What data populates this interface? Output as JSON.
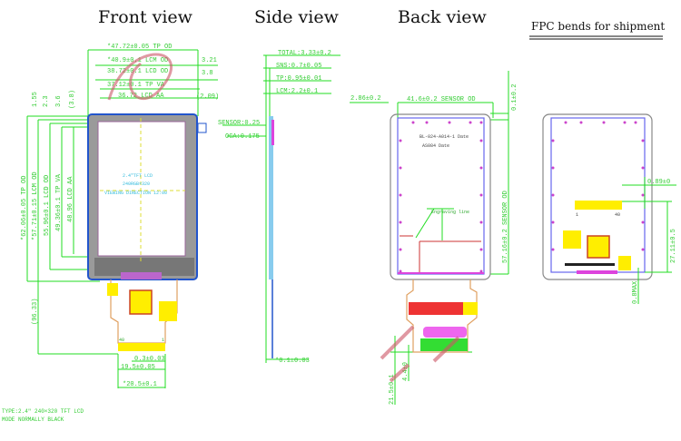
{
  "titles": {
    "front": "Front view",
    "side": "Side view",
    "back": "Back view",
    "fpc": "FPC bends for shipment"
  },
  "front": {
    "top_dims": [
      "*47.72±0.05 TP OD",
      "*40.9±0.1 LCM OD",
      "38.72±0.1 LCD OD",
      "37.12±0.1 TP VA",
      "36.72 LCD AA"
    ],
    "right_dims": [
      "3.21",
      "3.8",
      "(2.09)"
    ],
    "left_small": [
      "1.55",
      "2.3",
      "3.6",
      "(3.8)"
    ],
    "left_dims": [
      "*62.06±0.05 TP OD",
      "*57.71±0.15 LCM OD",
      "55.96±0.1 LCD OD",
      "49.36±0.1 TP VA",
      "48.96 LCD AA"
    ],
    "overall": "(96.33)",
    "center_text": [
      "2.4\"TFT LCD",
      "240RGB×320",
      "VIEWING DIRECTION 12:00"
    ],
    "bottom_dims": [
      "0.3±0.03",
      "19.5±0.05",
      "*20.5±0.1"
    ],
    "pin_labels": [
      "40",
      "1"
    ],
    "notes": [
      "TYPE:2.4\" 240×320 TFT LCD",
      "MODE NORMALLY BLACK"
    ]
  },
  "side": {
    "dims": [
      "TOTAL:3.33±0.2",
      "SNS:0.7±0.05",
      "TP:0.95±0.01",
      "LCM:2.2±0.1"
    ],
    "layers": [
      "SENSOR:0.25",
      "OCA:0.175"
    ],
    "bottom": "*0.1±0.03"
  },
  "back": {
    "dims": [
      "2.86±0.2",
      "41.6±0.2 SENSOR OD",
      "0.1±0.2",
      "57.16±0.2 SENSOR OD",
      "21.5±0.1",
      "4.4±0"
    ],
    "labels": [
      "BL-024-A014-1 Date",
      "AS084 Date",
      "Engraving line"
    ]
  },
  "fpc": {
    "dims": [
      "0.89±0",
      "27.11±0.5",
      "0.8MAX"
    ],
    "pin_labels": [
      "1",
      "40"
    ]
  },
  "colors": {
    "dimension": "#22dd22",
    "outline": "#2255cc",
    "fpc": "#e0a060",
    "ic": "#ffee00",
    "magenta": "#dd44dd"
  }
}
